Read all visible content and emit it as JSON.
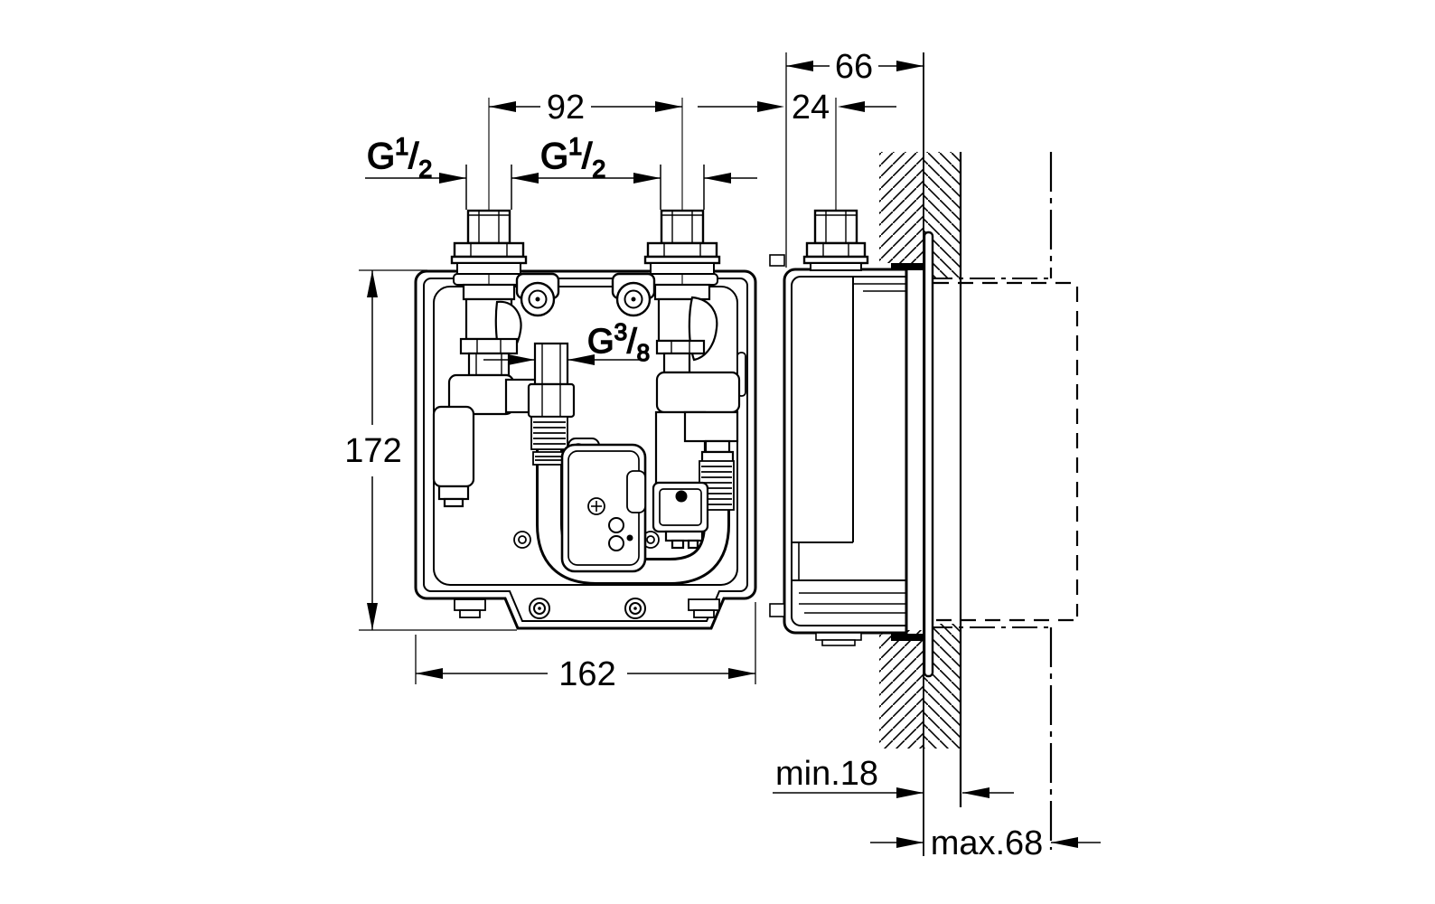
{
  "dimensions": {
    "pipe_spacing": "92",
    "housing_depth": "66",
    "pipe_center_offset": "24",
    "housing_height": "172",
    "housing_width": "162",
    "wall_cover_min": "min.18",
    "wall_cover_max": "max.68"
  },
  "thread_labels": {
    "inlet_left": {
      "base": "G",
      "sup": "1",
      "slash": "/",
      "sub": "2"
    },
    "inlet_right": {
      "base": "G",
      "sup": "1",
      "slash": "/",
      "sub": "2"
    },
    "hose": {
      "base": "G",
      "sup": "3",
      "slash": "/",
      "sub": "8"
    }
  },
  "line_color": "#000000",
  "background_color": "#ffffff"
}
